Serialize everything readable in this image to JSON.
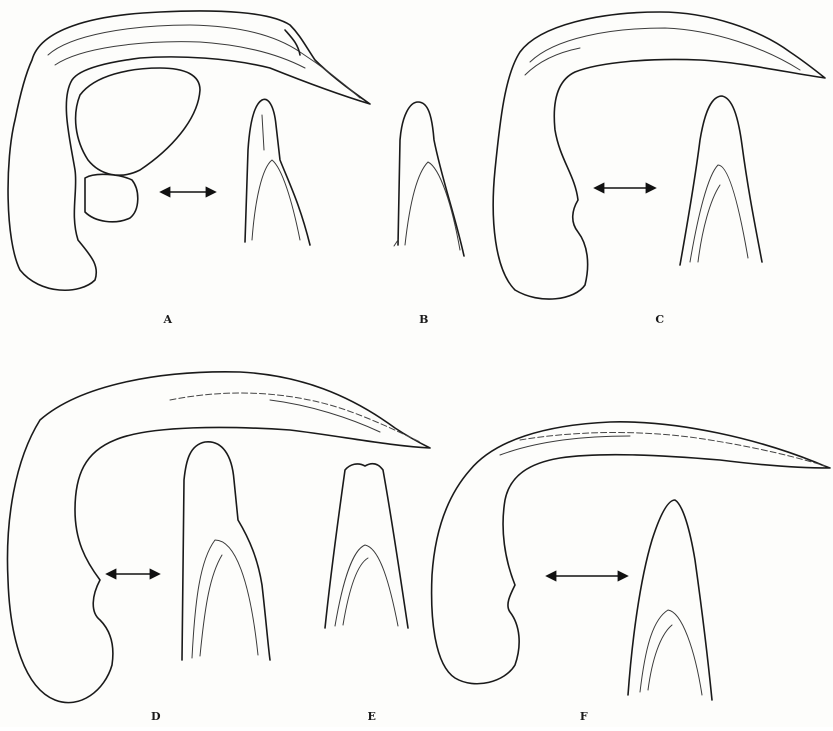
{
  "figure_labels": {
    "a": "A",
    "b": "B",
    "c": "C",
    "d": "D",
    "e": "E",
    "f": "F"
  }
}
